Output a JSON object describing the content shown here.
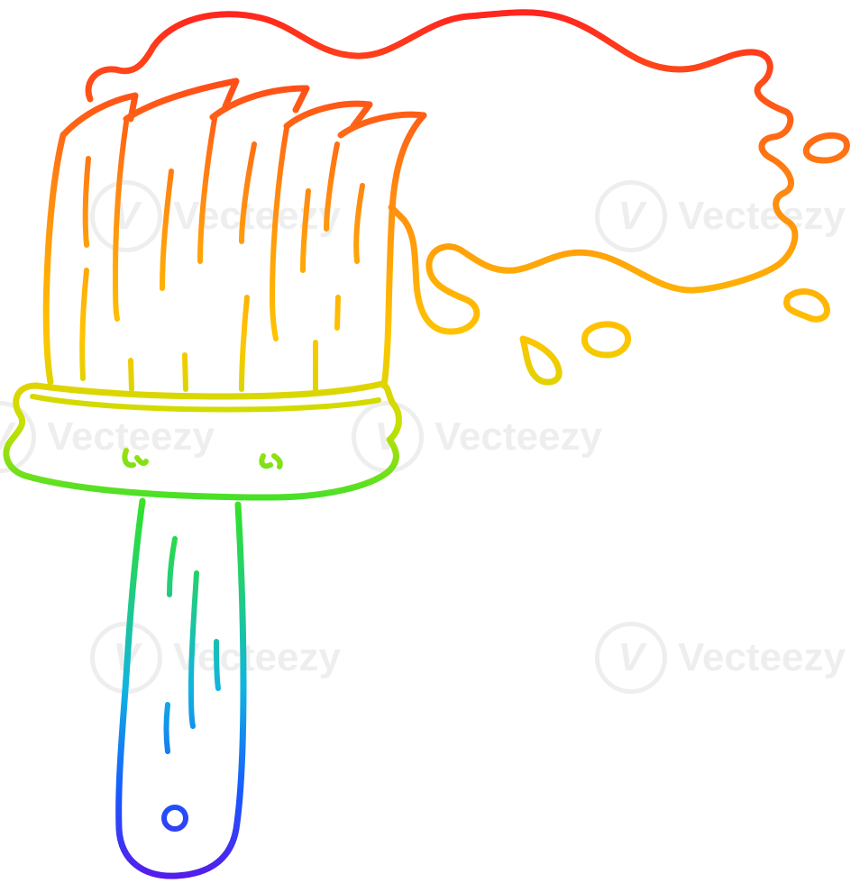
{
  "illustration": {
    "subject": "paint-brush",
    "colors": {
      "red": "#ff1f1f",
      "orange": "#ff8a10",
      "yellow": "#ffc400",
      "lime": "#c8e000",
      "green": "#2fe030",
      "cyan": "#10b4e0",
      "blue": "#1858ff",
      "violet": "#5a18e8"
    }
  },
  "watermark": {
    "text": "Vecteezy",
    "logo_glyph": "V"
  }
}
